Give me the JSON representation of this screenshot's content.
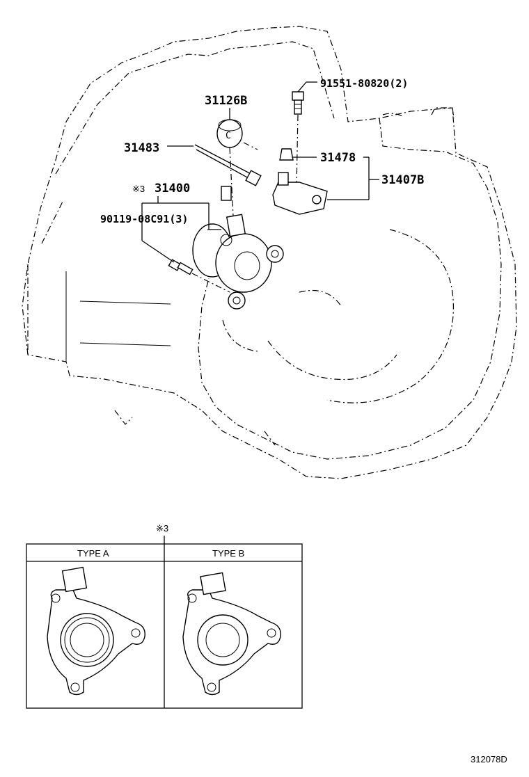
{
  "labels": {
    "p31126b": "31126B",
    "p31483": "31483",
    "p31400_mark": "※3",
    "p31400": "31400",
    "p90119": "90119-08C91(3)",
    "p91551": "91551-80820(2)",
    "p31478": "31478",
    "p31407b": "31407B",
    "cap_letter": "C"
  },
  "table": {
    "mark": "※3",
    "type_a": "TYPE A",
    "type_b": "TYPE B"
  },
  "diagram_code": "312078D"
}
